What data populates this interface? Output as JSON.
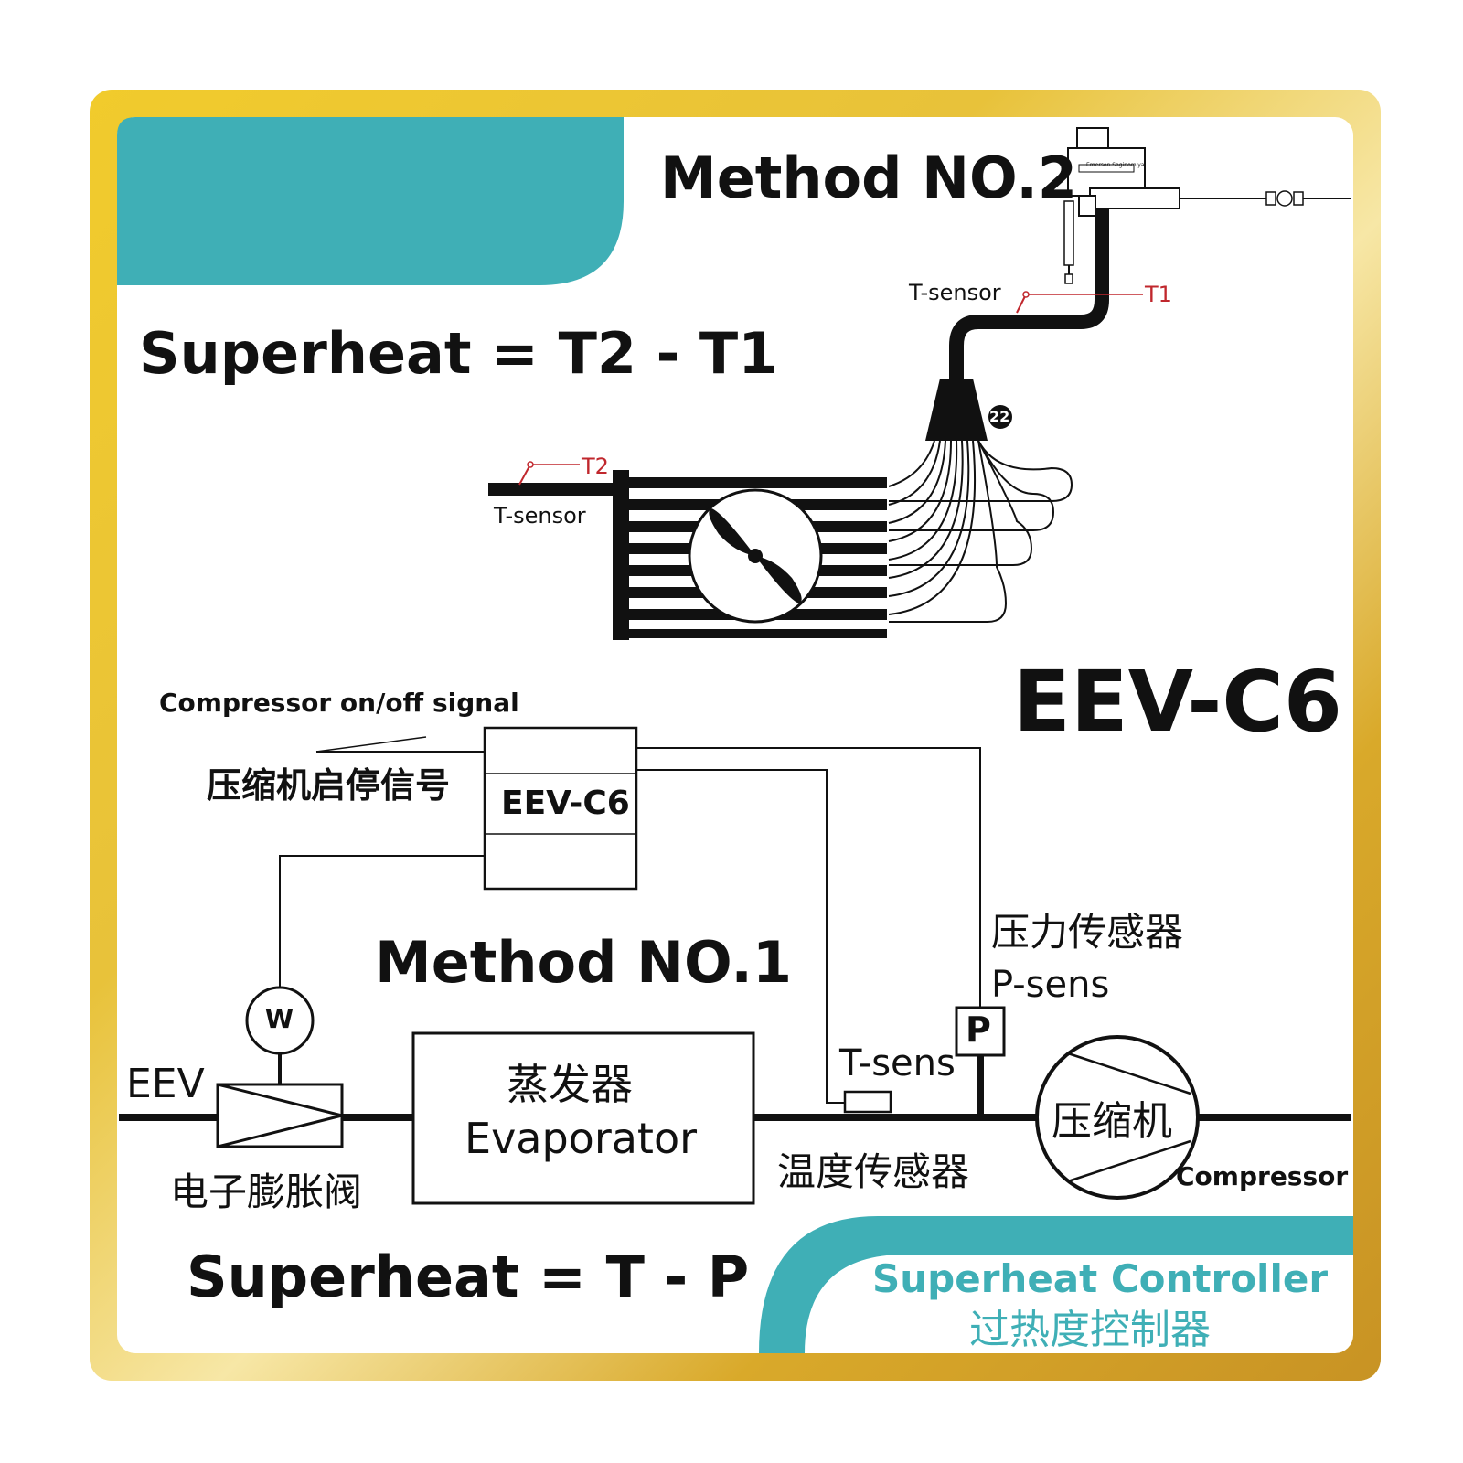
{
  "colors": {
    "gold_frame": "#E2B623",
    "teal": "#3FAFB6",
    "ink": "#111111",
    "sensor_red": "#C0272D",
    "brand_text": "#3FAFB6"
  },
  "method2": {
    "title": "Method NO.2",
    "formula": "Superheat = T2 - T1",
    "valve_label": "Emerson Saginomiya",
    "t_sensor_top": "T-sensor",
    "t1": "T1",
    "distributor_badge": "22",
    "t2": "T2",
    "t_sensor_left": "T-sensor"
  },
  "product_name": "EEV-C6",
  "method1": {
    "title": "Method NO.1",
    "formula": "Superheat = T - P",
    "compressor_signal_en": "Compressor on/off signal",
    "compressor_signal_cn": "压缩机启停信号",
    "controller_label": "EEV-C6",
    "pressure_sensor_cn": "压力传感器",
    "pressure_sensor_en": "P-sens",
    "p_symbol": "P",
    "w_symbol": "W",
    "eev_label": "EEV",
    "eev_cn": "电子膨胀阀",
    "evaporator_cn": "蒸发器",
    "evaporator_en": "Evaporator",
    "t_sens": "T-sens",
    "temp_sensor_cn": "温度传感器",
    "compressor_cn": "压缩机",
    "compressor_en": "Compressor"
  },
  "brand": {
    "title_en": "Superheat Controller",
    "title_cn": "过热度控制器"
  }
}
